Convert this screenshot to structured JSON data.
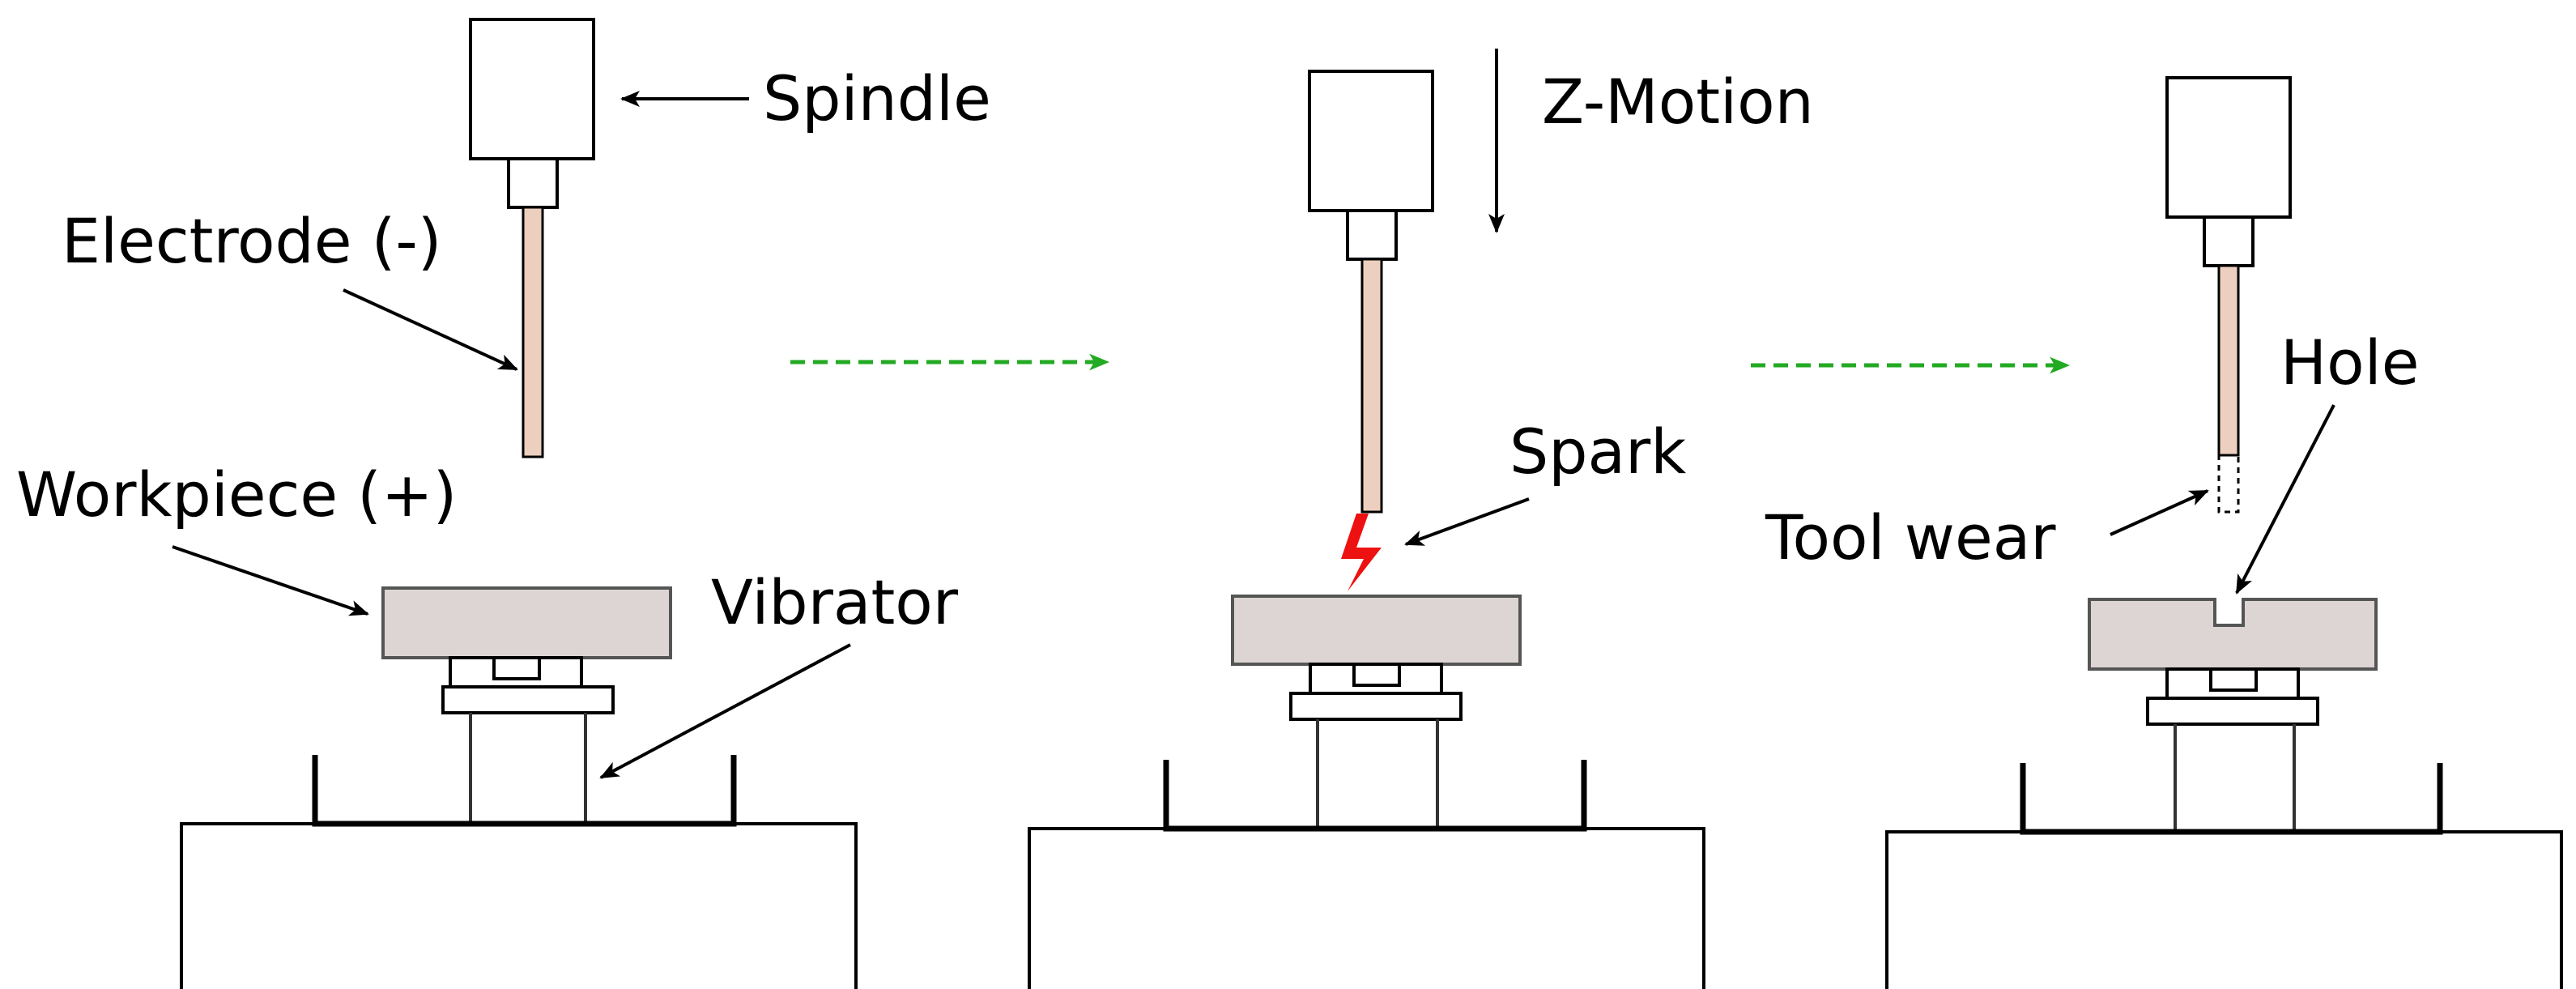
{
  "labels": {
    "spindle": "Spindle",
    "electrode": "Electrode (-)",
    "workpiece": "Workpiece (+)",
    "vibrator": "Vibrator",
    "z_motion": "Z-Motion",
    "spark": "Spark",
    "hole": "Hole",
    "tool_wear": "Tool wear"
  },
  "colors": {
    "arrow_green": "#22aa22",
    "spark_red": "#ee1111",
    "electrode_fill": "#eccfbe",
    "workpiece_fill": "#ddd4d4"
  }
}
